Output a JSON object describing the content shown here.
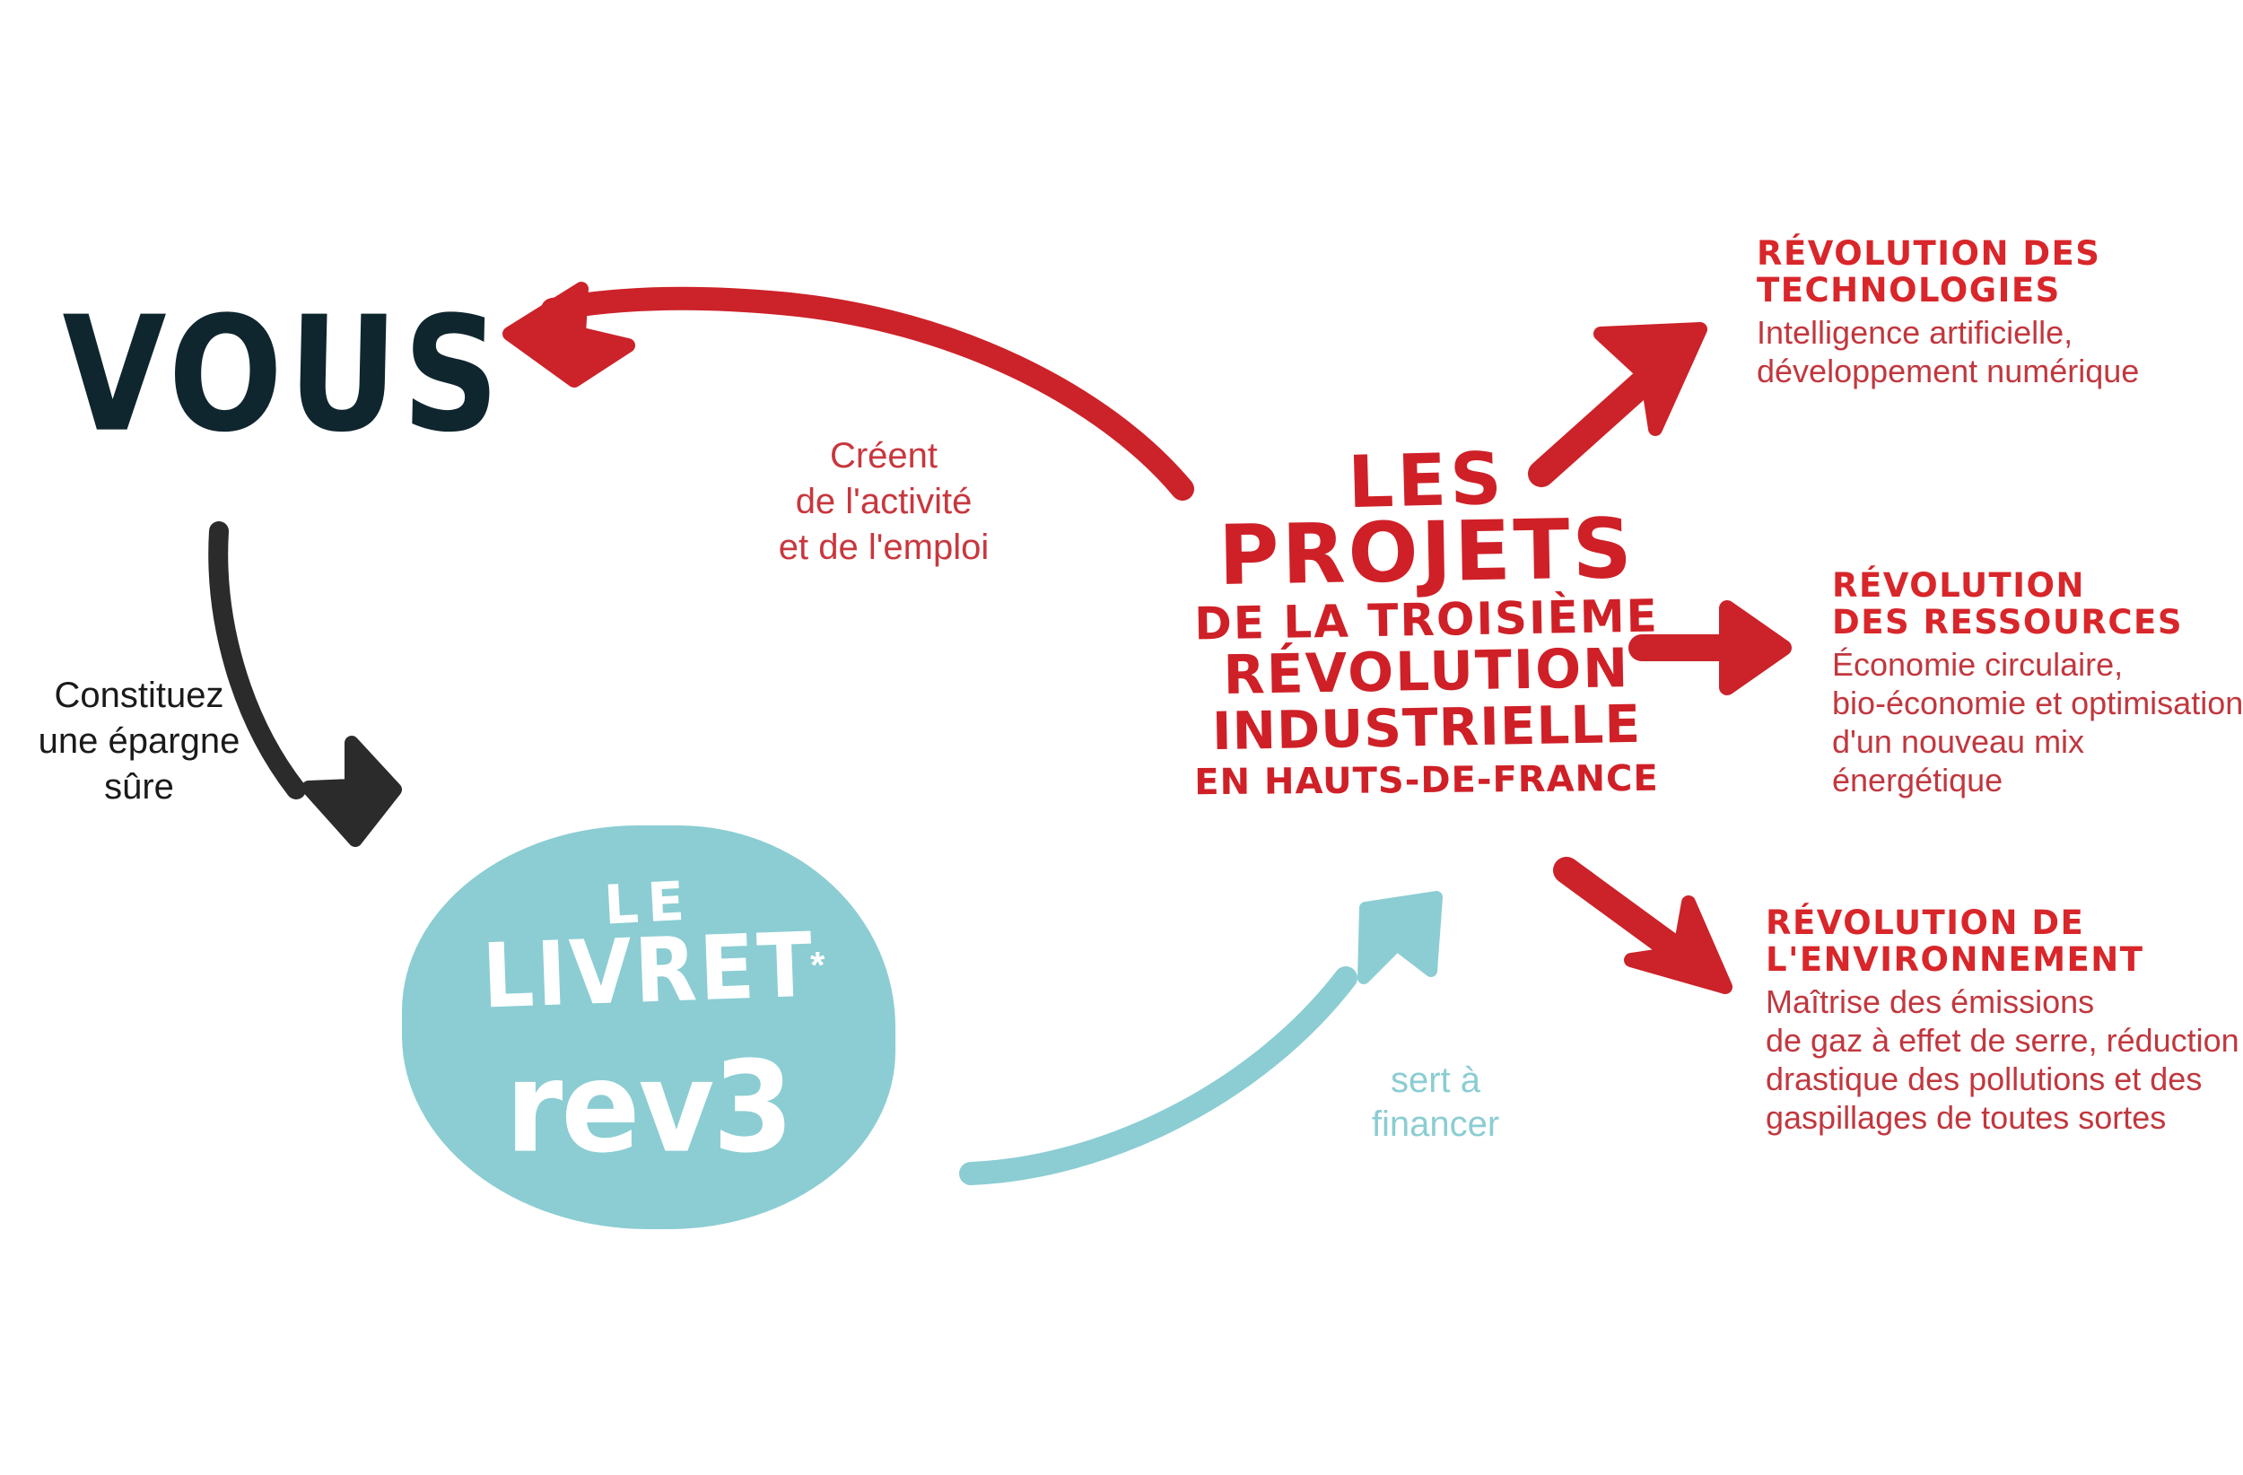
{
  "colors": {
    "red_arrow": "#CC2229",
    "red_headline": "#CF2027",
    "red_body": "#C1373E",
    "teal": "#8BCDD3",
    "navy": "#10262F",
    "black": "#1A1A1A"
  },
  "vous": {
    "label": "VOUS"
  },
  "captions": {
    "epargne": {
      "line1": "Constituez",
      "line2": "une épargne",
      "line3": "sûre"
    },
    "creent": {
      "line1": "Créent",
      "line2": "de l'activité",
      "line3": "et de l'emploi"
    },
    "financer": {
      "line1": "sert à",
      "line2": "financer"
    }
  },
  "logo": {
    "le": "LE",
    "livret": "LIVRET",
    "asterisk": "*",
    "rev3": "rev3"
  },
  "headline": {
    "line1": "LES",
    "line2": "PROJETS",
    "line3": "DE LA TROISIÈME",
    "line4": "RÉVOLUTION",
    "line5": "INDUSTRIELLE",
    "line6": "EN HAUTS-DE-FRANCE"
  },
  "pillars": [
    {
      "id": "technologies",
      "title_line1": "RÉVOLUTION DES",
      "title_line2": "TECHNOLOGIES",
      "body_line1": "Intelligence artificielle,",
      "body_line2": "développement numérique"
    },
    {
      "id": "ressources",
      "title_line1": "RÉVOLUTION",
      "title_line2": "DES RESSOURCES",
      "body_line1": "Économie circulaire,",
      "body_line2": "bio-économie et optimisation",
      "body_line3": "d'un nouveau mix énergétique"
    },
    {
      "id": "environnement",
      "title_line1": "RÉVOLUTION DE",
      "title_line2": "L'ENVIRONNEMENT",
      "body_line1": "Maîtrise des émissions",
      "body_line2": "de gaz à effet de serre, réduction",
      "body_line3": "drastique des pollutions et des",
      "body_line4": "gaspillages de toutes sortes"
    }
  ],
  "arrows": [
    {
      "name": "arrow-projets-to-vous",
      "color": "#CC2229",
      "direction": "right-to-left-curved"
    },
    {
      "name": "arrow-vous-to-livret",
      "color": "#2B2B2B",
      "direction": "down-curved"
    },
    {
      "name": "arrow-livret-to-projets",
      "color": "#8BCDD3",
      "direction": "up-right-curved"
    },
    {
      "name": "arrow-projets-to-technologies",
      "color": "#CC2229",
      "direction": "up-right"
    },
    {
      "name": "arrow-projets-to-ressources",
      "color": "#CC2229",
      "direction": "right"
    },
    {
      "name": "arrow-projets-to-environnement",
      "color": "#CC2229",
      "direction": "down-right"
    }
  ]
}
